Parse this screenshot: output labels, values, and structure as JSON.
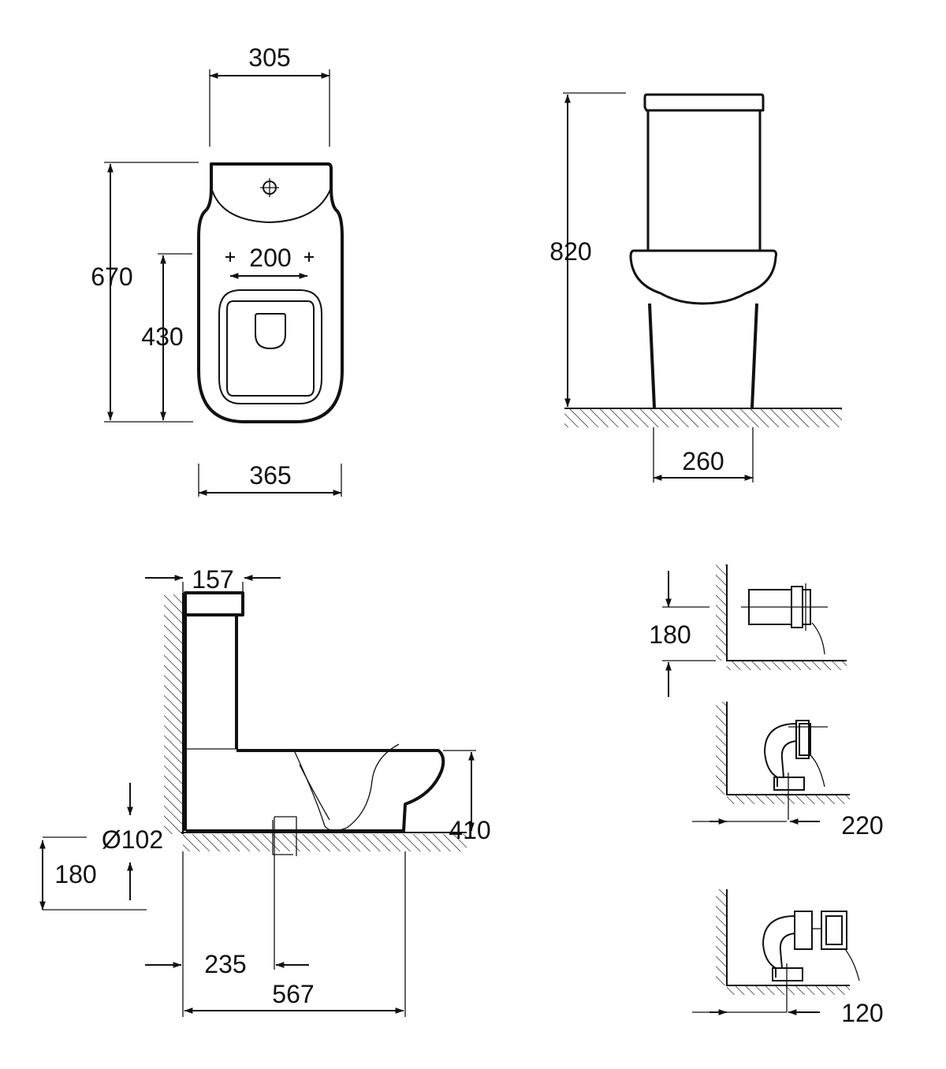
{
  "views": {
    "top": {
      "top_width": "305",
      "overall_length": "670",
      "seat_length": "430",
      "fixing_spacing": "200",
      "base_width": "365"
    },
    "front": {
      "total_height": "820",
      "foot_width": "260"
    },
    "side": {
      "cistern_depth": "157",
      "outlet_diameter": "Ø102",
      "outlet_height": "180",
      "rim_height": "410",
      "outlet_offset": "235",
      "total_depth": "567"
    },
    "connections": {
      "horizontal_outlet_height": "180",
      "vertical_outlet_offset": "220",
      "vertical_outlet_offset_short": "120"
    }
  }
}
